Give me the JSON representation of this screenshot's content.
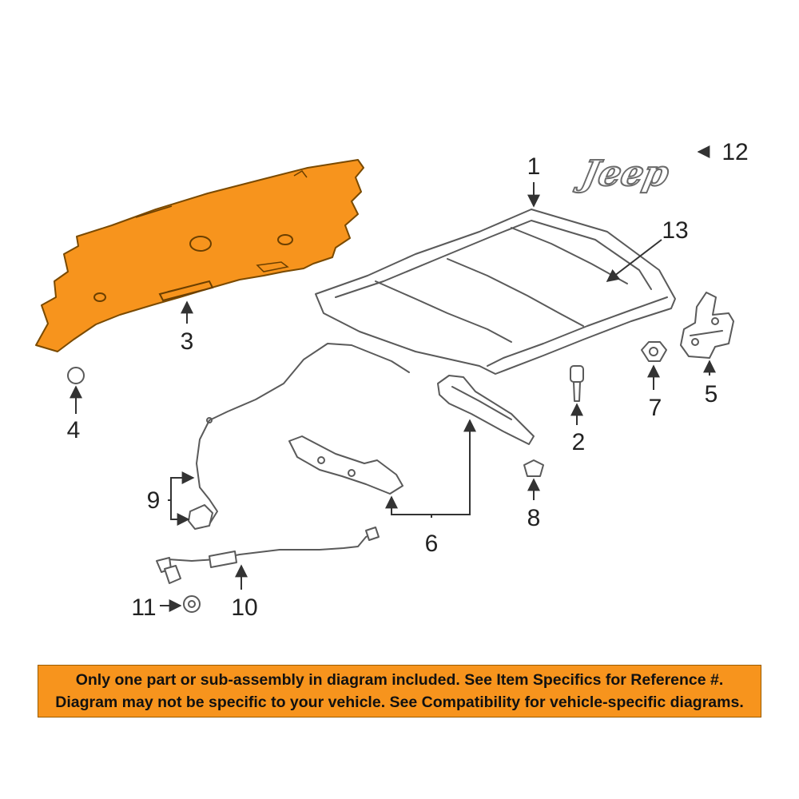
{
  "diagram": {
    "highlight_color": "#f7941d",
    "line_color": "#5a5a5a",
    "callouts": [
      {
        "id": "1",
        "text": "1"
      },
      {
        "id": "2",
        "text": "2"
      },
      {
        "id": "3",
        "text": "3"
      },
      {
        "id": "4",
        "text": "4"
      },
      {
        "id": "5",
        "text": "5"
      },
      {
        "id": "6",
        "text": "6"
      },
      {
        "id": "7",
        "text": "7"
      },
      {
        "id": "8",
        "text": "8"
      },
      {
        "id": "9",
        "text": "9"
      },
      {
        "id": "10",
        "text": "10"
      },
      {
        "id": "11",
        "text": "11"
      },
      {
        "id": "12",
        "text": "12"
      },
      {
        "id": "13",
        "text": "13"
      }
    ],
    "emblem_text": "Jeep"
  },
  "banner": {
    "line1": "Only one part or sub-assembly in diagram included. See Item Specifics for Reference #.",
    "line2": "Diagram may not be specific to your vehicle. See Compatibility for vehicle-specific diagrams."
  }
}
